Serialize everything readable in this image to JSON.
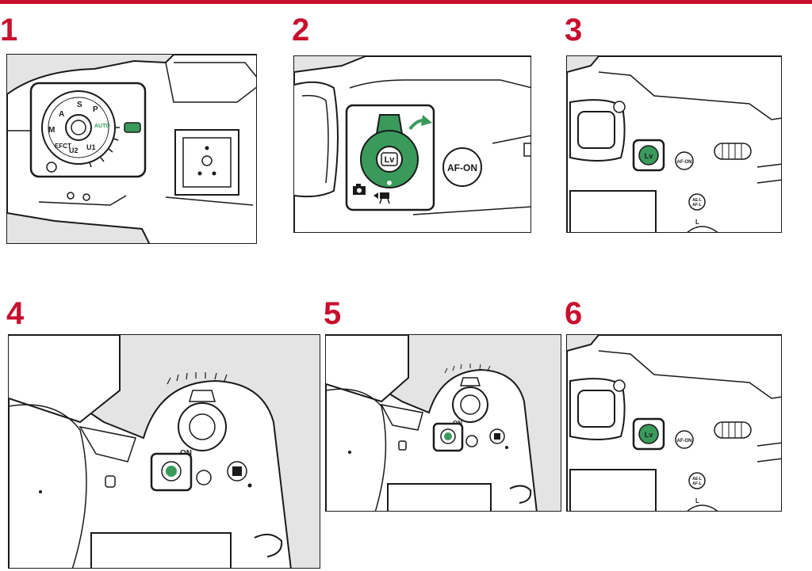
{
  "colors": {
    "accent_red": "#c8102e",
    "highlight_green": "#3a9a5b",
    "panel_bg": "#e4e4e4",
    "line": "#1a1a1a"
  },
  "steps": [
    {
      "number": "1"
    },
    {
      "number": "2"
    },
    {
      "number": "3"
    },
    {
      "number": "4"
    },
    {
      "number": "5"
    },
    {
      "number": "6"
    }
  ],
  "labels": {
    "lv": "Lv",
    "af_on": "AF-ON",
    "ae_l": "AE-L",
    "af_l": "AF-L",
    "l": "L",
    "on": "ON",
    "dial": {
      "m": "M",
      "a": "A",
      "s": "S",
      "p": "P",
      "auto": "AUTO",
      "u1": "U1",
      "u2": "U2",
      "eff": "EFCT"
    }
  }
}
